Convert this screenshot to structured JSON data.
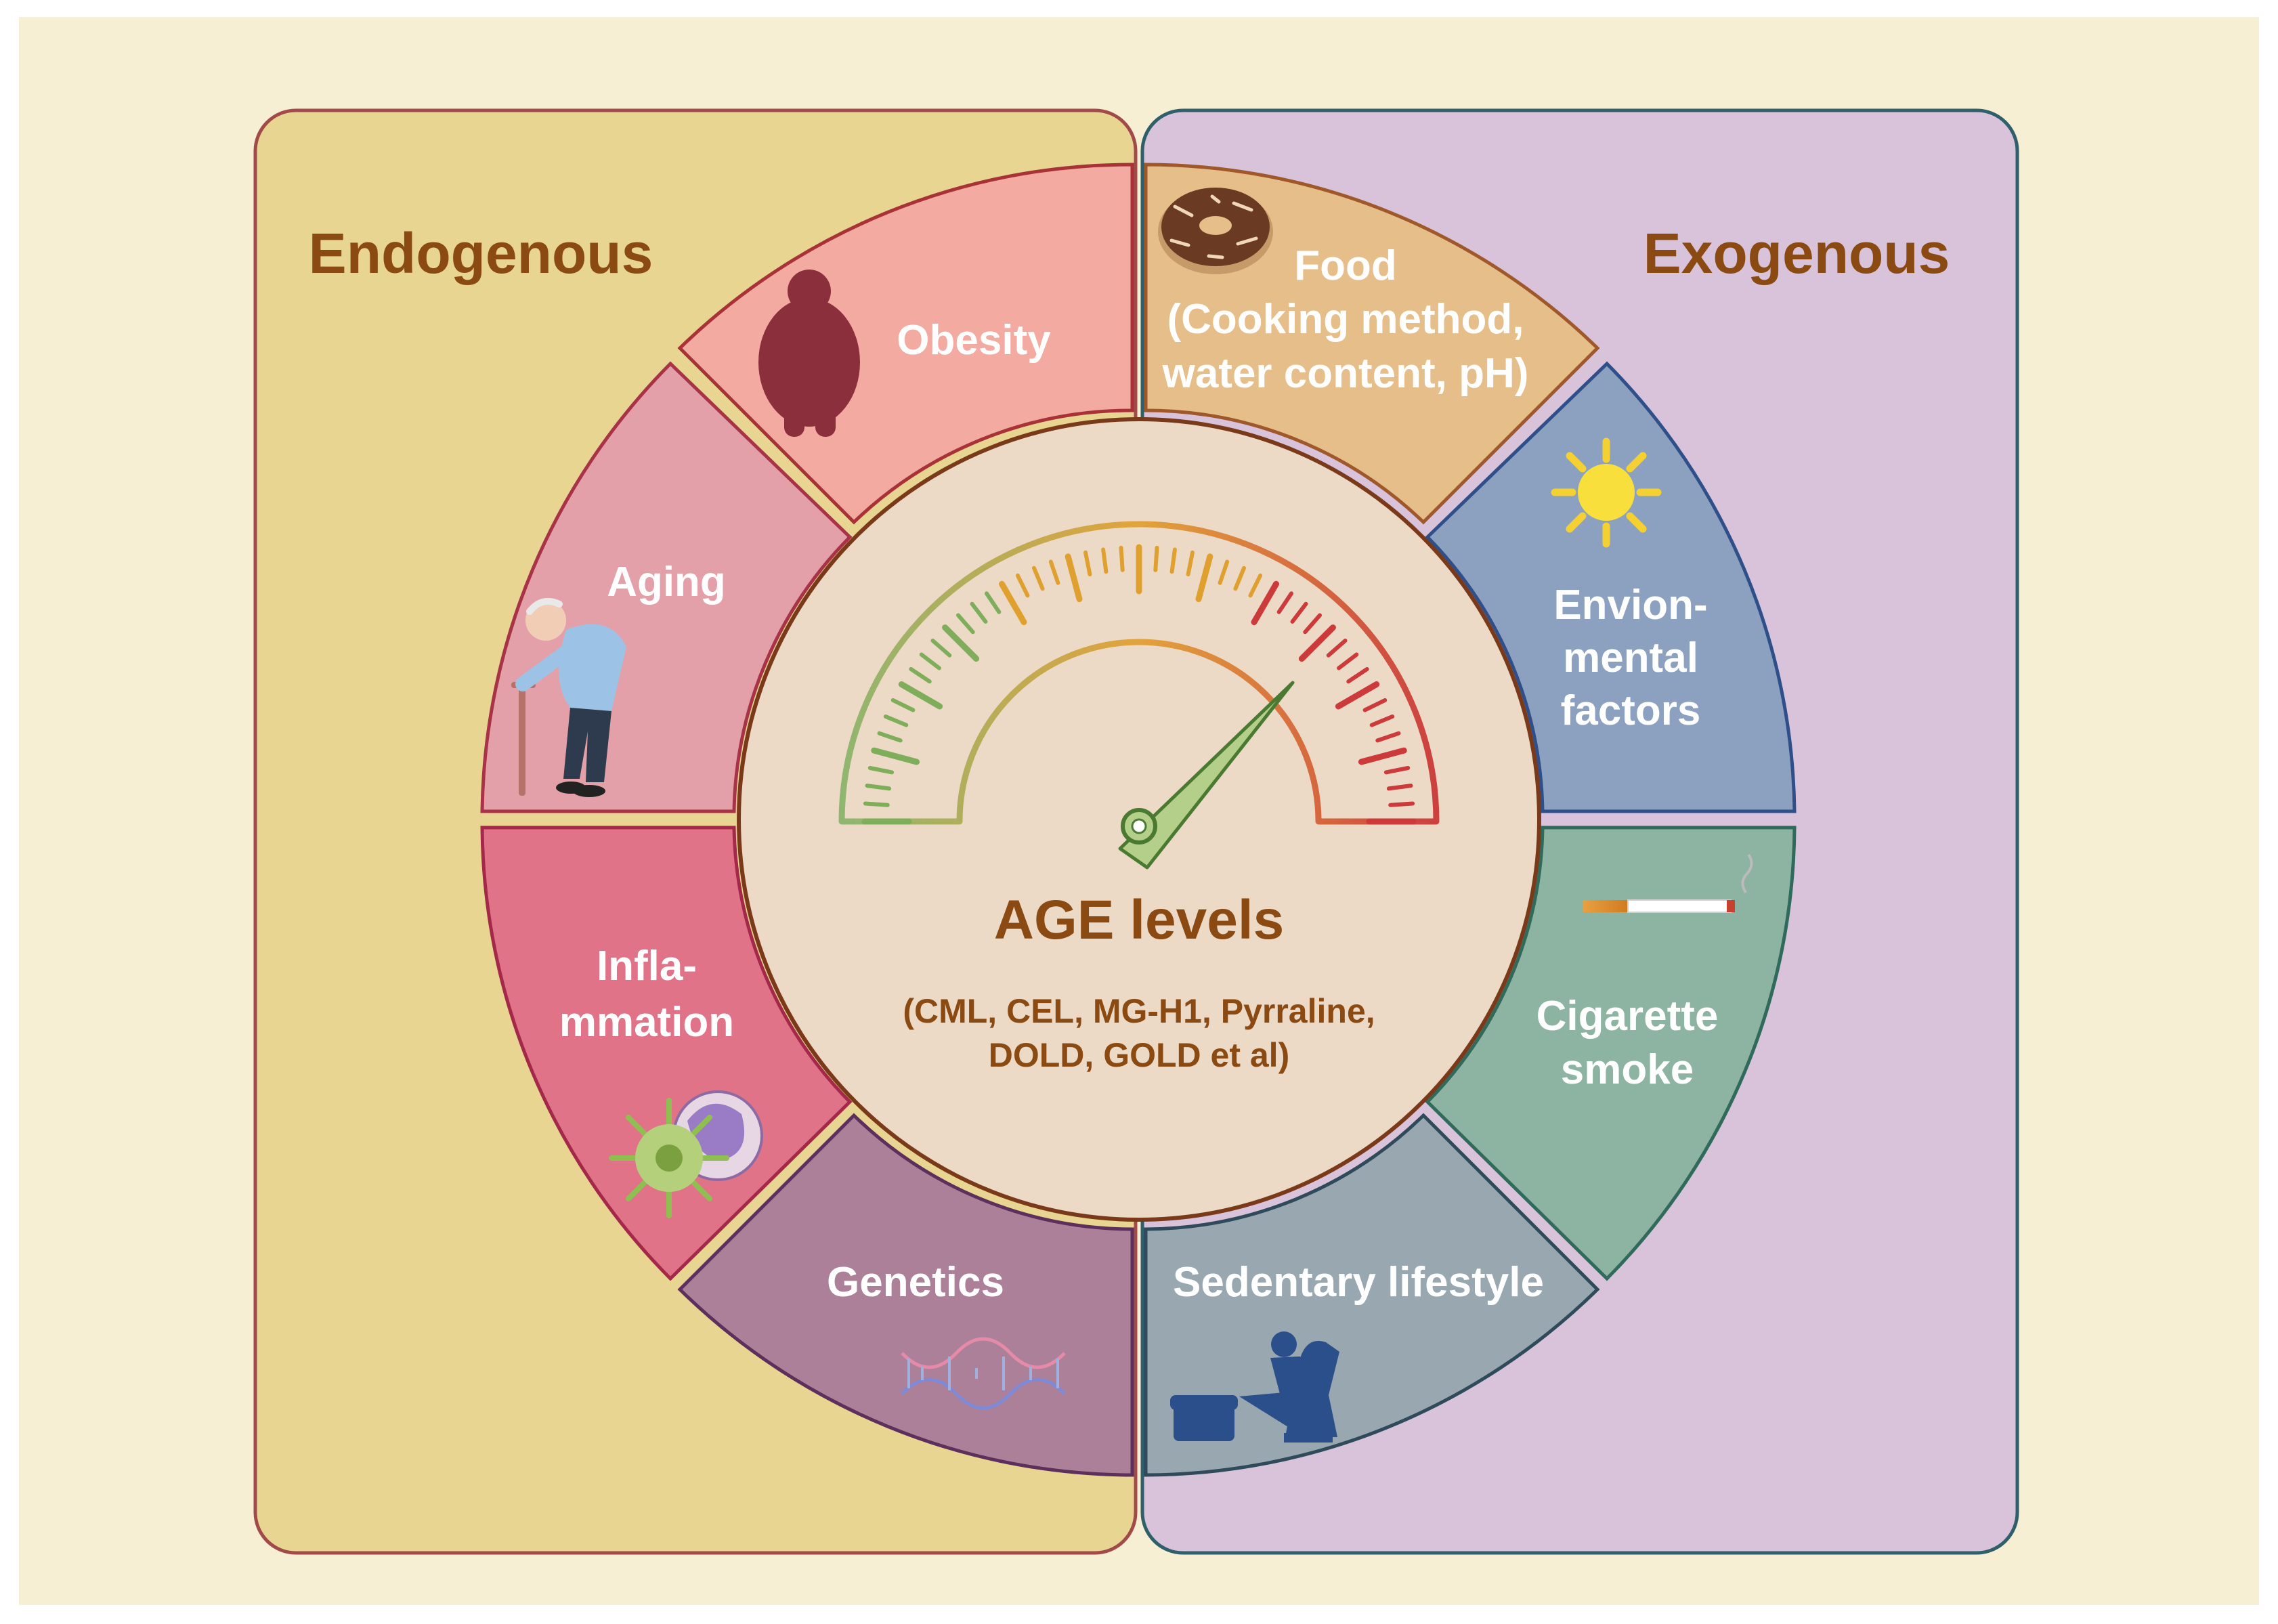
{
  "panels": {
    "left_title": "Endogenous",
    "right_title": "Exogenous"
  },
  "segments": {
    "obesity": {
      "label": "Obesity",
      "color": "#f3aaa0"
    },
    "aging": {
      "label": "Aging",
      "color": "#e4a0a8"
    },
    "inflammation": {
      "line1": "Infla-",
      "line2": "mmation",
      "color": "#e07387"
    },
    "genetics": {
      "label": "Genetics",
      "color": "#ac8098"
    },
    "food": {
      "line1": "Food",
      "line2": "(Cooking method,",
      "line3": "water content, pH)",
      "color": "#e6be8a"
    },
    "environmental": {
      "line1": "Envion-",
      "line2": "mental",
      "line3": "factors",
      "color": "#8ca0c0"
    },
    "cigarette": {
      "line1": "Cigarette",
      "line2": "smoke",
      "color": "#8db3a2"
    },
    "sedentary": {
      "label": "Sedentary lifestyle",
      "color": "#98a7b0"
    }
  },
  "center": {
    "title": "AGE levels",
    "subtitle_line1": "(CML, CEL, MG-H1, Pyrraline,",
    "subtitle_line2": "DOLD, GOLD et al)",
    "gauge_level": 0.72
  },
  "colors": {
    "background": "#f7efd4",
    "endogenous_panel": "#e9d592",
    "exogenous_panel": "#d8c3da",
    "center_disc": "#ecdac7",
    "title_text": "#8a4a12"
  }
}
